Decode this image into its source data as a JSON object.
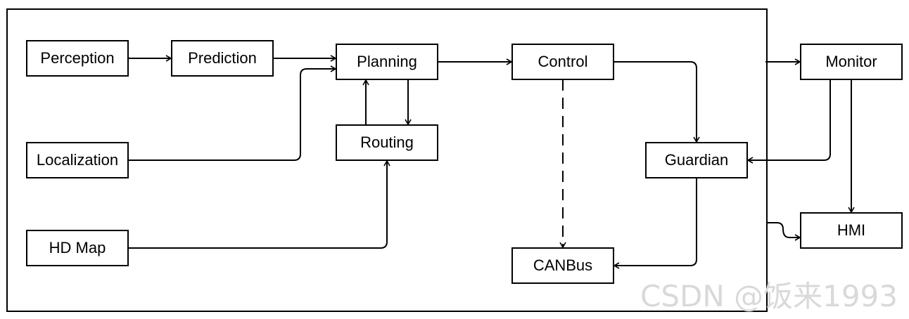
{
  "diagram": {
    "nodes": {
      "perception": "Perception",
      "prediction": "Prediction",
      "planning": "Planning",
      "control": "Control",
      "monitor": "Monitor",
      "localization": "Localization",
      "routing": "Routing",
      "guardian": "Guardian",
      "hd_map": "HD Map",
      "canbus": "CANBus",
      "hmi": "HMI"
    },
    "edges": [
      {
        "from": "perception",
        "to": "prediction",
        "style": "solid"
      },
      {
        "from": "prediction",
        "to": "planning",
        "style": "solid"
      },
      {
        "from": "localization",
        "to": "planning",
        "style": "solid"
      },
      {
        "from": "planning",
        "to": "control",
        "style": "solid"
      },
      {
        "from": "planning",
        "to": "routing",
        "style": "solid"
      },
      {
        "from": "routing",
        "to": "planning",
        "style": "solid"
      },
      {
        "from": "hd_map",
        "to": "routing",
        "style": "solid"
      },
      {
        "from": "control",
        "to": "guardian",
        "style": "solid"
      },
      {
        "from": "control",
        "to": "canbus",
        "style": "dashed"
      },
      {
        "from": "guardian",
        "to": "canbus",
        "style": "solid"
      },
      {
        "from": "monitor",
        "to": "guardian",
        "style": "solid"
      },
      {
        "from": "monitor",
        "to": "hmi",
        "style": "solid"
      },
      {
        "from": "system_boundary",
        "to": "monitor",
        "style": "solid"
      },
      {
        "from": "system_boundary",
        "to": "hmi",
        "style": "solid"
      }
    ]
  },
  "watermark": "CSDN @饭来1993"
}
